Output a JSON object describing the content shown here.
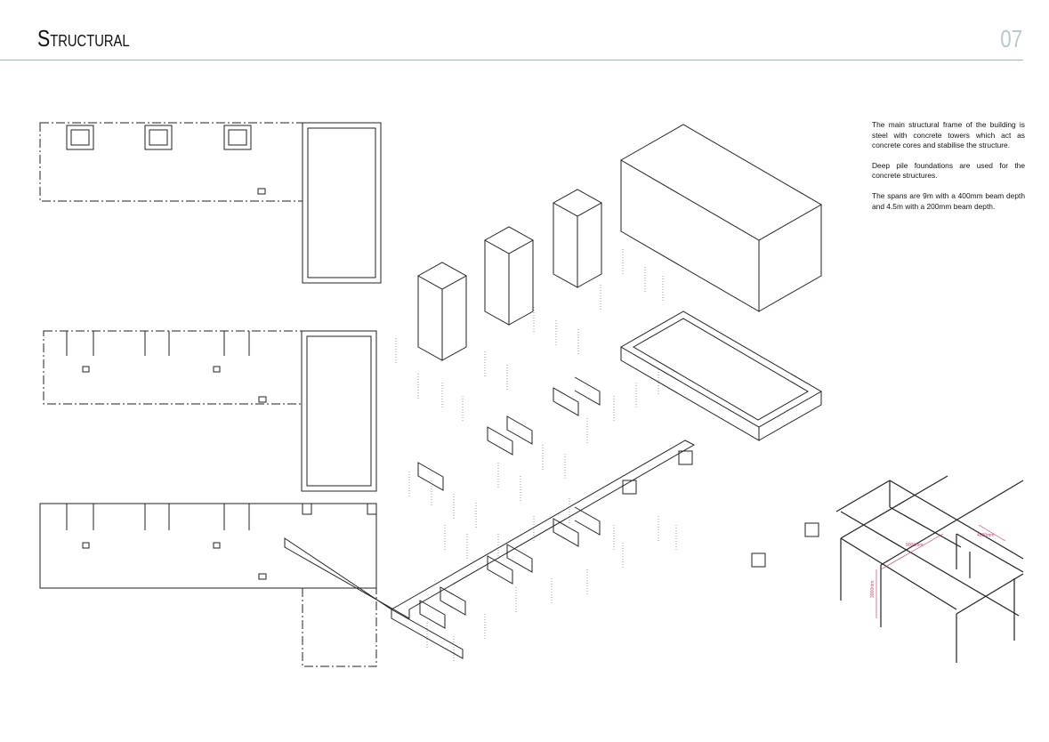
{
  "header": {
    "title": "Structural",
    "page_number": "07"
  },
  "description": {
    "paragraphs": [
      "The main structural frame of the building is steel with concrete towers which act as concrete cores and stabilise the structure.",
      "Deep pile foundations are used for the concrete structures.",
      "The spans are 9m with a 400mm beam depth and 4.5m with a 200mm beam depth."
    ]
  },
  "frame_detail": {
    "dimensions": [
      "9000mm",
      "4500mm",
      "3000mm"
    ],
    "dimension_color": "#d0406a"
  }
}
